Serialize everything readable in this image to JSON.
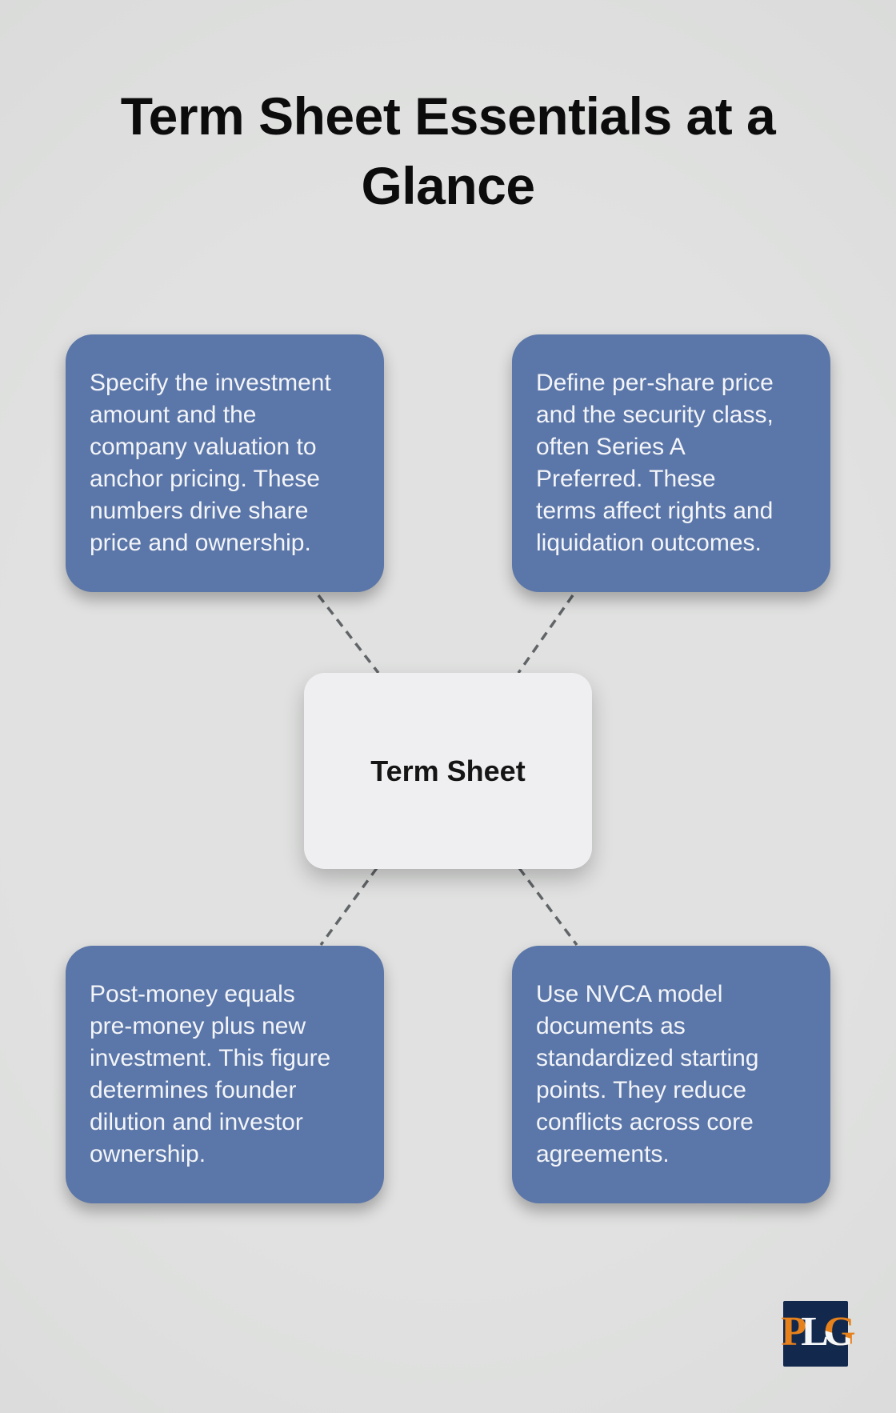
{
  "title": {
    "text": "Term Sheet Essentials at a Glance"
  },
  "center_node": {
    "label": "Term Sheet"
  },
  "nodes": [
    {
      "id": "top-left",
      "lines": [
        "Specify the investment",
        "amount and the",
        "company valuation to",
        "anchor pricing. These",
        "numbers drive share",
        "price and ownership."
      ]
    },
    {
      "id": "top-right",
      "lines": [
        "Define per-share price",
        "and the security class,",
        "often Series A",
        "Preferred. These",
        "terms affect rights and",
        "liquidation outcomes."
      ]
    },
    {
      "id": "bottom-left",
      "lines": [
        "Post-money equals",
        "pre-money plus new",
        "investment. This figure",
        "determines founder",
        "dilution and investor",
        "ownership."
      ]
    },
    {
      "id": "bottom-right",
      "lines": [
        "Use NVCA model",
        "documents as",
        "standardized starting",
        "points. They reduce",
        "conflicts across core",
        "agreements."
      ]
    }
  ],
  "logo": {
    "letters": {
      "p": "P",
      "l": "L",
      "g": "G"
    }
  },
  "colors": {
    "node-blue": "#5b76a8",
    "node-text": "#f3f5f9",
    "canvas": "#e0e1e0",
    "center-fill": "#efeff1",
    "center-text": "#151515",
    "title-text": "#0c0c0c",
    "connector": "#616568",
    "logo-navy": "#12294d",
    "logo-orange": "#e6811c",
    "logo-white": "#f5f6f8"
  }
}
